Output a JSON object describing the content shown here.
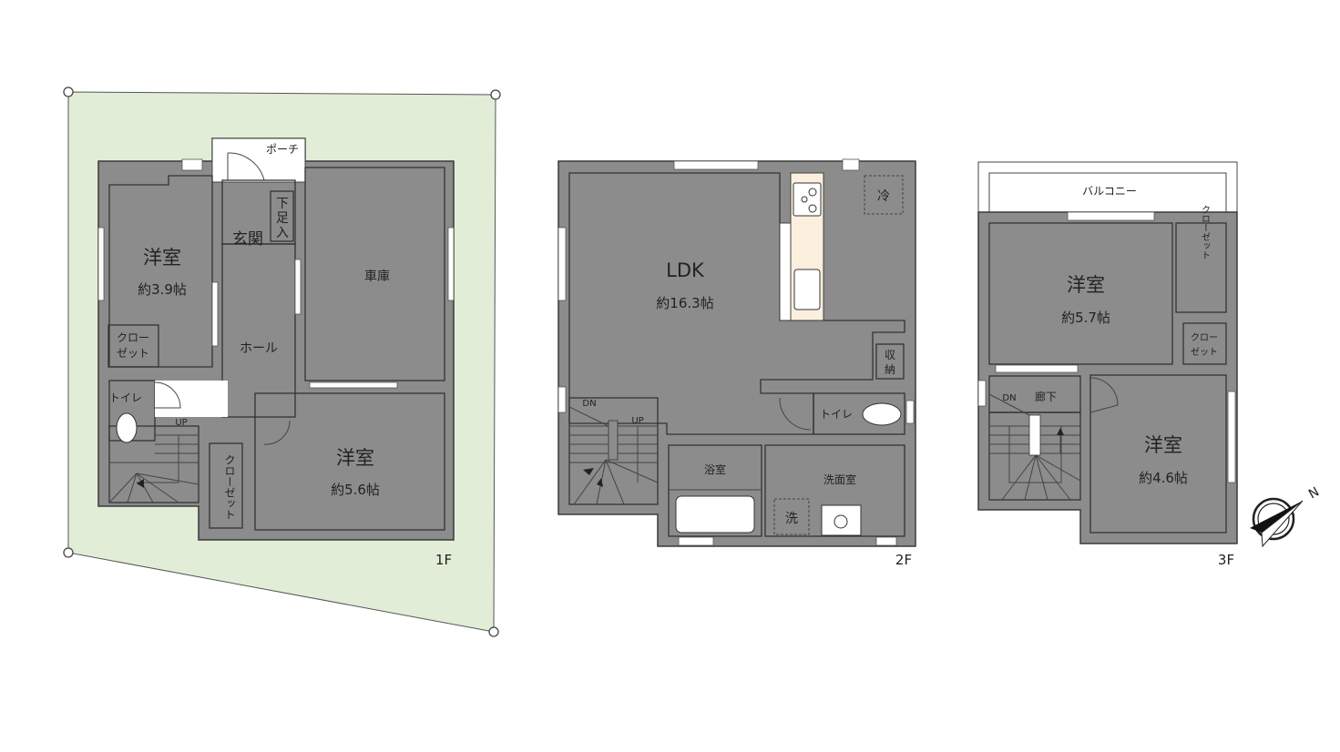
{
  "colors": {
    "lot": "#e2edd8",
    "wall": "#8c8c8c",
    "western_room": "#fdfcef",
    "ldk": "#fbefde",
    "wet_area": "#e8f2fb",
    "closet": "#dccfae"
  },
  "floors": {
    "f1": {
      "label": "1F",
      "rooms": {
        "western_a": {
          "name": "洋室",
          "area": "約3.9帖"
        },
        "closet_a": {
          "line1": "クロー",
          "line2": "ゼット"
        },
        "toilet": {
          "name": "トイレ"
        },
        "porch": {
          "name": "ポーチ"
        },
        "entrance": {
          "name": "玄関"
        },
        "shoe_box": {
          "line1": "下",
          "line2": "足",
          "line3": "入"
        },
        "hall": {
          "name": "ホール"
        },
        "garage": {
          "name": "車庫"
        },
        "closet_b": {
          "name": "クローゼット"
        },
        "western_b": {
          "name": "洋室",
          "area": "約5.6帖"
        }
      },
      "stairs": {
        "up": "UP"
      }
    },
    "f2": {
      "label": "2F",
      "rooms": {
        "ldk": {
          "name": "LDK",
          "area": "約16.3帖"
        },
        "fridge": {
          "name": "冷"
        },
        "storage": {
          "line1": "収",
          "line2": "納"
        },
        "toilet": {
          "name": "トイレ"
        },
        "bath": {
          "name": "浴室"
        },
        "washroom": {
          "name": "洗面室"
        },
        "washer": {
          "name": "洗"
        }
      },
      "stairs": {
        "down": "DN",
        "up": "UP"
      }
    },
    "f3": {
      "label": "3F",
      "rooms": {
        "balcony": {
          "name": "バルコニー"
        },
        "western_a": {
          "name": "洋室",
          "area": "約5.7帖"
        },
        "closet_a": {
          "name": "クローゼット"
        },
        "closet_b": {
          "line1": "クロー",
          "line2": "ゼット"
        },
        "corridor": {
          "name": "廊下"
        },
        "western_b": {
          "name": "洋室",
          "area": "約4.6帖"
        }
      },
      "stairs": {
        "down": "DN"
      }
    }
  },
  "compass": {
    "north_label": "N",
    "icon": "compass-north-icon"
  }
}
